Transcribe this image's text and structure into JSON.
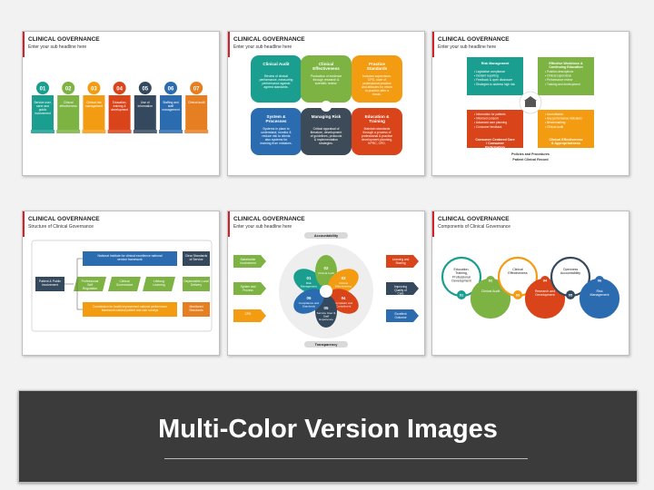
{
  "slides": [
    {
      "title": "CLINICAL GOVERNANCE",
      "subtitle": "Enter your sub headline here",
      "numbers": [
        "01",
        "02",
        "03",
        "04",
        "05",
        "06",
        "07"
      ],
      "labels": [
        "Service user, carer and public involvement",
        "Clinical effectiveness",
        "Clinical risk management",
        "Education, training & development",
        "Use of information",
        "Staffing and staff management",
        "Clinical audit"
      ],
      "colors": [
        "#1a9e8f",
        "#7cb342",
        "#f39c12",
        "#d9441b",
        "#34495e",
        "#2b6cb0",
        "#e67e22"
      ]
    },
    {
      "title": "CLINICAL GOVERNANCE",
      "subtitle": "Enter your sub headline here",
      "cells": [
        {
          "head": "Clinical Audit",
          "body": "Review of clinical performance, measuring performance against agreed standards.",
          "color": "#1a9e8f"
        },
        {
          "head": "Clinical Effectiveness",
          "body": "Production of evidence through research & scientific review.",
          "color": "#7cb342"
        },
        {
          "head": "Practice Standards",
          "body": "Includes supervision, CPD, code of professional practice and attitudes for return to practice after a break.",
          "color": "#f39c12"
        },
        {
          "head": "System & Processes",
          "body": "Systems in place to understand, monitor & reduce risk to clients also systems for learning from mistakes.",
          "color": "#2b6cb0"
        },
        {
          "head": "Managing Risk",
          "body": "Critical appraisal of literature, development of guidelines, protocols & implementation strategies.",
          "color": "#3d4a57"
        },
        {
          "head": "Education & Training",
          "body": "Maintain standards through a process of professional & practice development planning, KPRC, CPD.",
          "color": "#d9441b"
        }
      ]
    },
    {
      "title": "CLINICAL GOVERNANCE",
      "subtitle": "Enter your sub headline here",
      "quads": [
        {
          "head": "Risk Management",
          "items": [
            "Legislative compliance",
            "Incident reporting",
            "Feedback & open disclosure",
            "Strategies to address high risk"
          ],
          "color": "#1a9e8f"
        },
        {
          "head": "Effective Workforce & Continuing Education",
          "items": [
            "Position descriptions",
            "Clinical supervision",
            "Performance review",
            "Training and development"
          ],
          "color": "#7cb342"
        },
        {
          "head": "Consumer Centered Care / Consumer Participation",
          "items": [
            "Information for patients",
            "Informed consent",
            "Advanced care planning",
            "Consumer feedback"
          ],
          "color": "#d9441b"
        },
        {
          "head": "Clinical Effectiveness & Appropriateness",
          "items": [
            "Accreditation",
            "Key performance indicators",
            "Benchmarking",
            "Clinical audit"
          ],
          "color": "#f39c12"
        }
      ],
      "footer": "Policies and Procedures",
      "footer2": "Patient Clinical Record"
    },
    {
      "title": "CLINICAL GOVERNANCE",
      "subtitle": "Structure of Clinical Governance",
      "top_box": "National Institute for clinical excellence national service framework",
      "top_right": "Clear Standards of Service",
      "left_box": "Patient & Public Involvement",
      "mid_items": [
        "Professional Self Regulation",
        "Clinical Governance",
        "Lifelong Learning"
      ],
      "mid_right": "Dependable Local Delivery",
      "bottom_box": "Commission for health improvement national performance framework national patient and user surveys",
      "bottom_right": "Monitored Standards"
    },
    {
      "title": "CLINICAL GOVERNANCE",
      "subtitle": "Enter your sub headline here",
      "top_label": "Accountability",
      "bottom_label": "Transparency",
      "left_items": [
        "Stakeholder Involvement",
        "System and Process",
        "CPD"
      ],
      "right_items": [
        "Learning and Sharing",
        "Improving Quality of Care",
        "Excellent Outcome"
      ],
      "petals": [
        {
          "num": "01",
          "label": "Risk Management",
          "color": "#1a9e8f"
        },
        {
          "num": "02",
          "label": "Clinical Audit",
          "color": "#7cb342"
        },
        {
          "num": "03",
          "label": "Clinical Effectiveness",
          "color": "#f39c12"
        },
        {
          "num": "04",
          "label": "Complaint and Compliment",
          "color": "#d9441b"
        },
        {
          "num": "05",
          "label": "Service User & Staff Experience",
          "color": "#34495e"
        },
        {
          "num": "06",
          "label": "Compliance and Standards",
          "color": "#2b6cb0"
        }
      ]
    },
    {
      "title": "CLINICAL GOVERNANCE",
      "subtitle": "Components of Clinical Governance",
      "circles": [
        {
          "num": "01",
          "label": "Education, Training, Professional Development",
          "color": "#1a9e8f"
        },
        {
          "num": "02",
          "label": "Clinical Audit",
          "color": "#7cb342"
        },
        {
          "num": "03",
          "label": "Clinical Effectiveness",
          "color": "#f39c12"
        },
        {
          "num": "04",
          "label": "Research and Development",
          "color": "#d9441b"
        },
        {
          "num": "05",
          "label": "Openness Accountability",
          "color": "#34495e"
        },
        {
          "num": "06",
          "label": "Risk Management",
          "color": "#2b6cb0"
        }
      ]
    }
  ],
  "banner": {
    "title": "Multi-Color Version Images"
  }
}
